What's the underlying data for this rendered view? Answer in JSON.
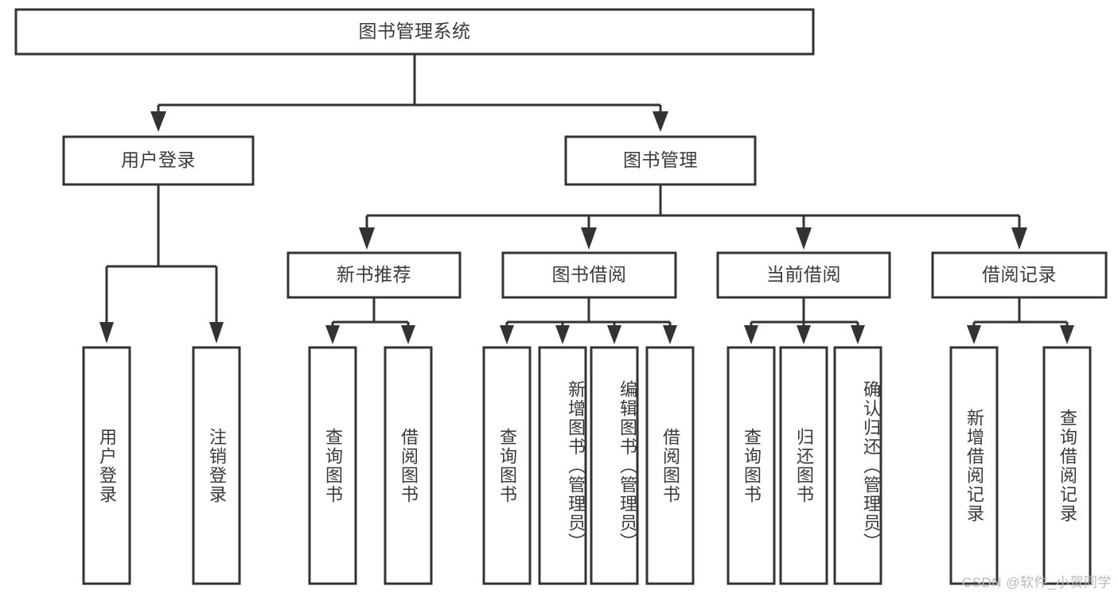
{
  "diagram": {
    "type": "tree",
    "title": "图书管理系统",
    "watermark": "CSDN @软件_小贺同学",
    "root": {
      "id": "root",
      "label": "图书管理系统"
    },
    "level1": [
      {
        "id": "user-login",
        "label": "用户登录"
      },
      {
        "id": "book-manage",
        "label": "图书管理"
      }
    ],
    "level2": [
      {
        "id": "new-book-recommend",
        "label": "新书推荐",
        "parent": "book-manage"
      },
      {
        "id": "book-borrow",
        "label": "图书借阅",
        "parent": "book-manage"
      },
      {
        "id": "current-borrow",
        "label": "当前借阅",
        "parent": "book-manage"
      },
      {
        "id": "borrow-record",
        "label": "借阅记录",
        "parent": "book-manage"
      }
    ],
    "leaves": {
      "user-login": [
        {
          "id": "leaf-user-login",
          "label": "用户登录"
        },
        {
          "id": "leaf-user-logout",
          "label": "注销登录"
        }
      ],
      "new-book-recommend": [
        {
          "id": "leaf-query-book-1",
          "label": "查询图书"
        },
        {
          "id": "leaf-borrow-book-1",
          "label": "借阅图书"
        }
      ],
      "book-borrow": [
        {
          "id": "leaf-query-book-2",
          "label": "查询图书"
        },
        {
          "id": "leaf-add-book",
          "label": "新增图书（管理员）"
        },
        {
          "id": "leaf-edit-book",
          "label": "编辑图书（管理员）"
        },
        {
          "id": "leaf-borrow-book-2",
          "label": "借阅图书"
        }
      ],
      "current-borrow": [
        {
          "id": "leaf-query-book-3",
          "label": "查询图书"
        },
        {
          "id": "leaf-return-book",
          "label": "归还图书"
        },
        {
          "id": "leaf-confirm-return",
          "label": "确认归还（管理员）"
        }
      ],
      "borrow-record": [
        {
          "id": "leaf-add-record",
          "label": "新增借阅记录"
        },
        {
          "id": "leaf-query-record",
          "label": "查询借阅记录"
        }
      ]
    },
    "colors": {
      "stroke": "#333333",
      "box_fill": "#ffffff",
      "text": "#3a3a3a",
      "background": "#ffffff",
      "watermark": "#b9b9b9"
    }
  }
}
